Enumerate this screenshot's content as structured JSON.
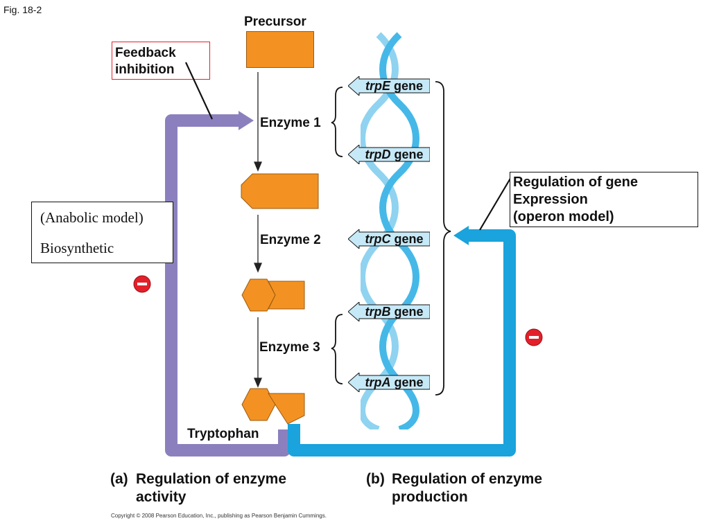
{
  "figure_label": "Fig. 18-2",
  "pathway": {
    "precursor": "Precursor",
    "enzyme1": "Enzyme 1",
    "enzyme2": "Enzyme 2",
    "enzyme3": "Enzyme 3",
    "product": "Tryptophan"
  },
  "feedback": {
    "line1": "Feedback",
    "line2": "inhibition"
  },
  "side_box": {
    "line1": "(Anabolic model)",
    "line2": "Biosynthetic"
  },
  "operon_box": {
    "line1": "Regulation of gene",
    "line2": "Expression",
    "line3": "(operon model)"
  },
  "genes": [
    {
      "name": "trpE",
      "suffix": " gene"
    },
    {
      "name": "trpD",
      "suffix": " gene"
    },
    {
      "name": "trpC",
      "suffix": " gene"
    },
    {
      "name": "trpB",
      "suffix": " gene"
    },
    {
      "name": "trpA",
      "suffix": " gene"
    }
  ],
  "captions": {
    "a_label": "(a)",
    "a_line1": "Regulation of enzyme",
    "a_line2": "activity",
    "b_label": "(b)",
    "b_line1": "Regulation of enzyme",
    "b_line2": "production"
  },
  "copyright": "Copyright © 2008 Pearson Education, Inc., publishing as Pearson Benjamin Cummings.",
  "colors": {
    "enzyme_arrow": "#8b80bd",
    "operon_arrow": "#1aa3dc",
    "molecule": "#f39222",
    "dna_light": "#8fd3f0",
    "dna_dark": "#45b8e8",
    "gene_fill": "#c6e9f7",
    "inhibit": "#e3202a"
  }
}
